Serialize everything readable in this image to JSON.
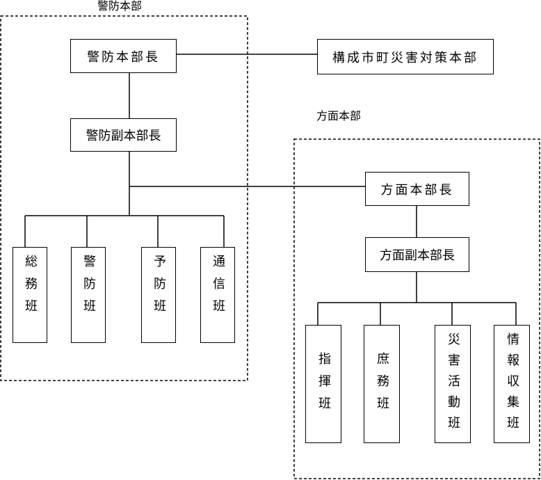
{
  "groups": {
    "keibou": "警防本部",
    "houmen": "方面本部"
  },
  "nodes": {
    "keibou_chief": "警防本部長",
    "taisaku_honbu": "構成市町災害対策本部",
    "keibou_vice": "警防副本部長",
    "soumu_han": "総務班",
    "keibou_han": "警防班",
    "yobou_han": "予防班",
    "tsushin_han": "通信班",
    "houmen_chief": "方面本部長",
    "houmen_vice": "方面副本部長",
    "shiki_han": "指揮班",
    "shomu_han": "庶務班",
    "saigai_han": "災害活動班",
    "jouhou_han": "情報収集班"
  }
}
